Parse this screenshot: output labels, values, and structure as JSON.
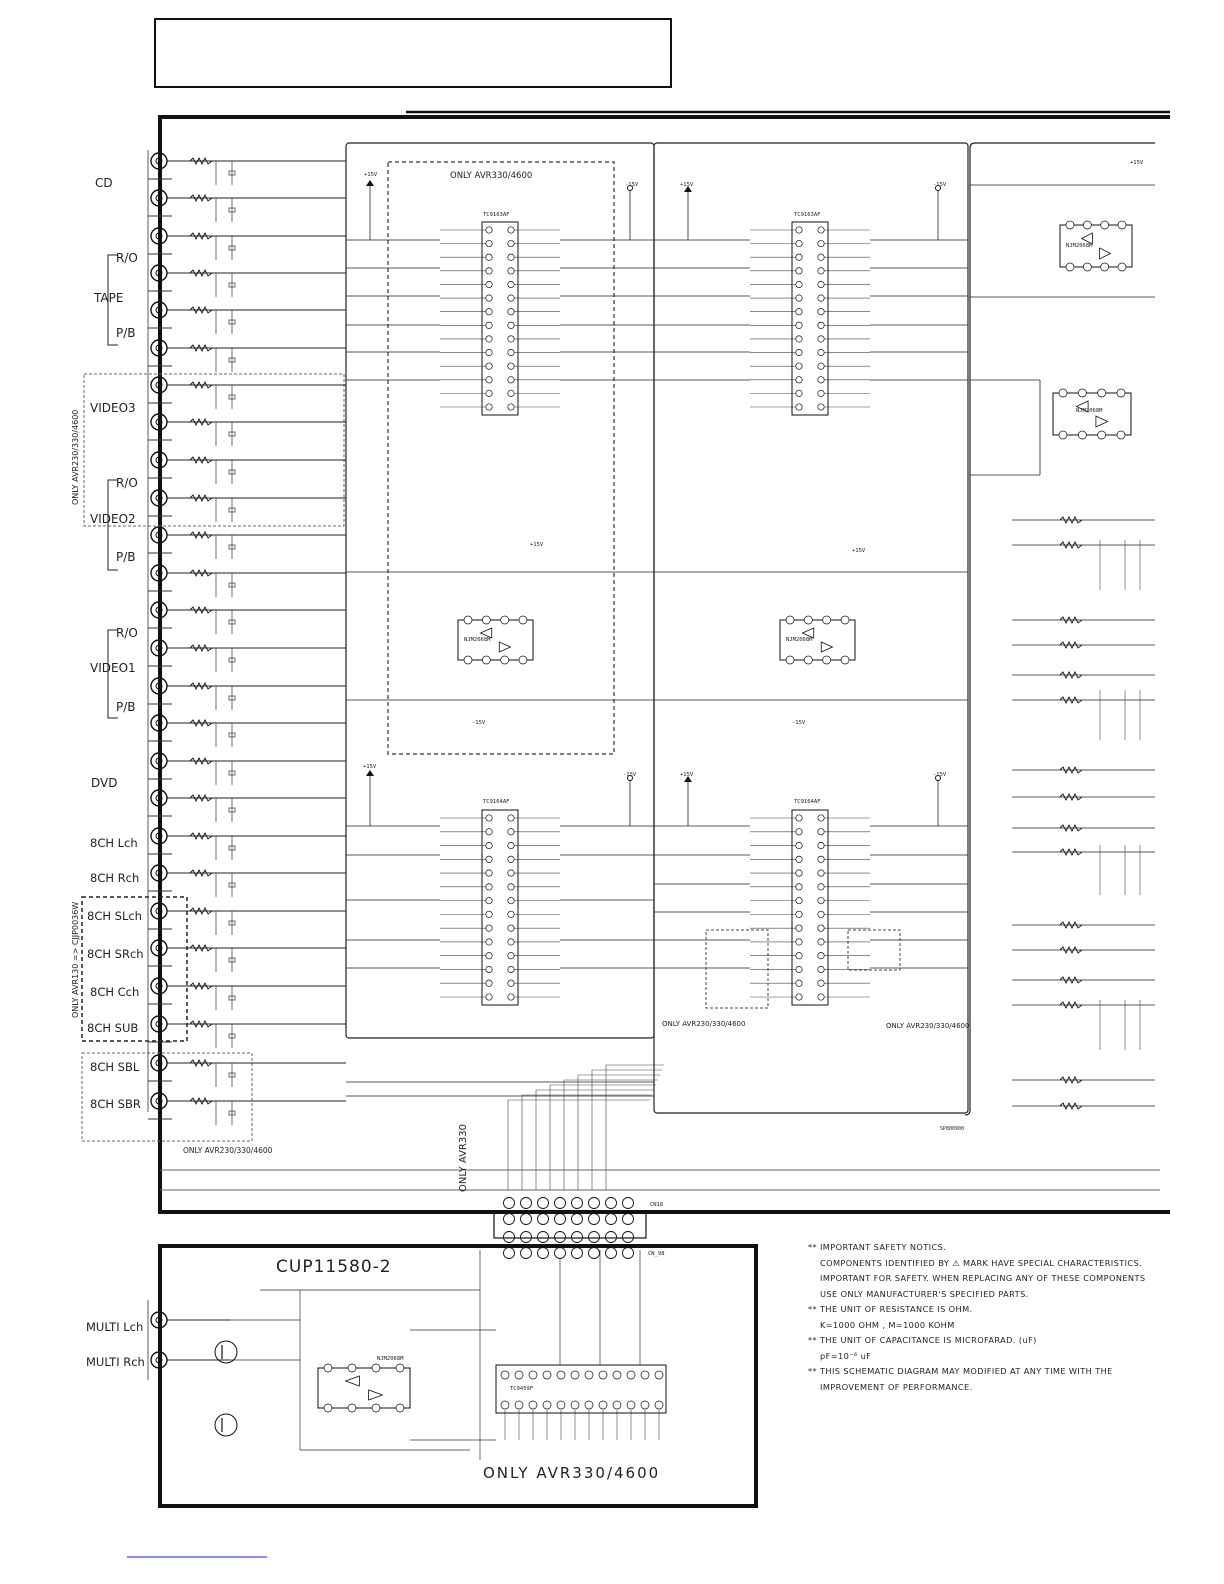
{
  "input_labels": {
    "cd": "CD",
    "tape": "TAPE",
    "rec_out": "R/O",
    "playback": "P/B",
    "video3": "VIDEO3",
    "video2": "VIDEO2",
    "video1": "VIDEO1",
    "dvd": "DVD",
    "ch8_l": "8CH Lch",
    "ch8_r": "8CH Rch",
    "ch8_sl": "8CH SLch",
    "ch8_sr": "8CH SRch",
    "ch8_c": "8CH Cch",
    "ch8_sub": "8CH SUB",
    "ch8_sbl": "8CH SBL",
    "ch8_sbr": "8CH SBR",
    "multi_l": "MULTI Lch",
    "multi_r": "MULTI Rch"
  },
  "side_notes": {
    "only_avr230_330_4600": "ONLY AVR230/330/4600",
    "only_avr130": "ONLY AVR130 => CJJP0036W",
    "only_avr230_330_4600_bottom": "ONLY AVR230/330/4600",
    "only_avr330": "ONLY AVR330",
    "only_avr330_4600_box": "ONLY AVR330/4600",
    "only_avr230_330_4600_mid_a": "ONLY AVR230/330/4600",
    "only_avr230_330_4600_mid_b": "ONLY AVR230/330/4600",
    "only_avr330_4600_sub": "ONLY AVR330/4600"
  },
  "sub_board": {
    "title": "CUP11580-2"
  },
  "ic_labels": {
    "ic21": "TC9163AF",
    "ic24": "TC9163AF",
    "ic22": "NJM2068M",
    "ic25": "NJM2068M",
    "ic23": "TC9164AF",
    "ic26": "TC9164AF",
    "ic41": "TC9459F",
    "ic40": "NJM2068M",
    "ic13": "NJM2068M",
    "ic35": "NJM2068M"
  },
  "power_labels": {
    "pos15": "+15V",
    "neg15": "-15V"
  },
  "connector_labels": {
    "cn18": "CN18",
    "cn98": "CN_98",
    "sheet_ref": "SP800900"
  },
  "notes": [
    "** IMPORTANT SAFETY NOTICS.",
    "COMPONENTS IDENTIFIED BY  ⚠  MARK HAVE SPECIAL CHARACTERISTICS.",
    "IMPORTANT FOR SAFETY. WHEN REPLACING ANY OF THESE COMPONENTS",
    "USE ONLY MANUFACTURER'S SPECIFIED PARTS.",
    "** THE UNIT OF RESISTANCE IS OHM.",
    "K=1000 OHM , M=1000 KOHM",
    "** THE UNIT OF CAPACITANCE IS MICROFARAD. (uF)",
    "pF=10⁻⁶ uF",
    "** THIS SCHEMATIC DIAGRAM MAY MODIFIED AT ANY TIME WITH THE",
    "IMPROVEMENT OF PERFORMANCE."
  ],
  "colors": {
    "line": "#1a1a1a",
    "dashed": "#333333",
    "link": "#1a1aff"
  }
}
